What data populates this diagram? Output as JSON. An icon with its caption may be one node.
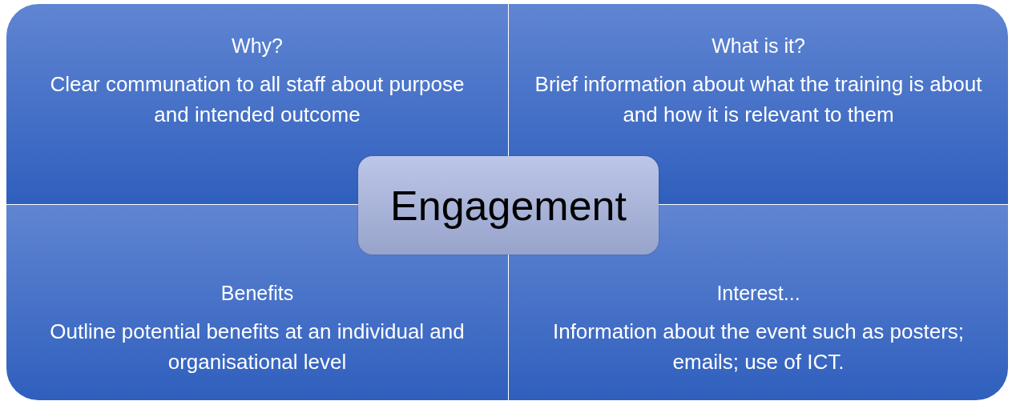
{
  "diagram": {
    "nodes": [
      {
        "text": [
          "Why?",
          "Clear communation to all staff about purpose and intended outcome"
        ]
      },
      {
        "text": [
          "What is it?",
          "Brief information about what the training is about and how it is relevant to them"
        ]
      },
      {
        "text": [
          "Engagement"
        ]
      },
      {
        "text": [
          "Benefits",
          "Outline potential benefits at an individual and organisational level"
        ]
      },
      {
        "text": [
          "Interest...",
          "Information about the event such as posters; emails; use of ICT."
        ]
      }
    ]
  }
}
